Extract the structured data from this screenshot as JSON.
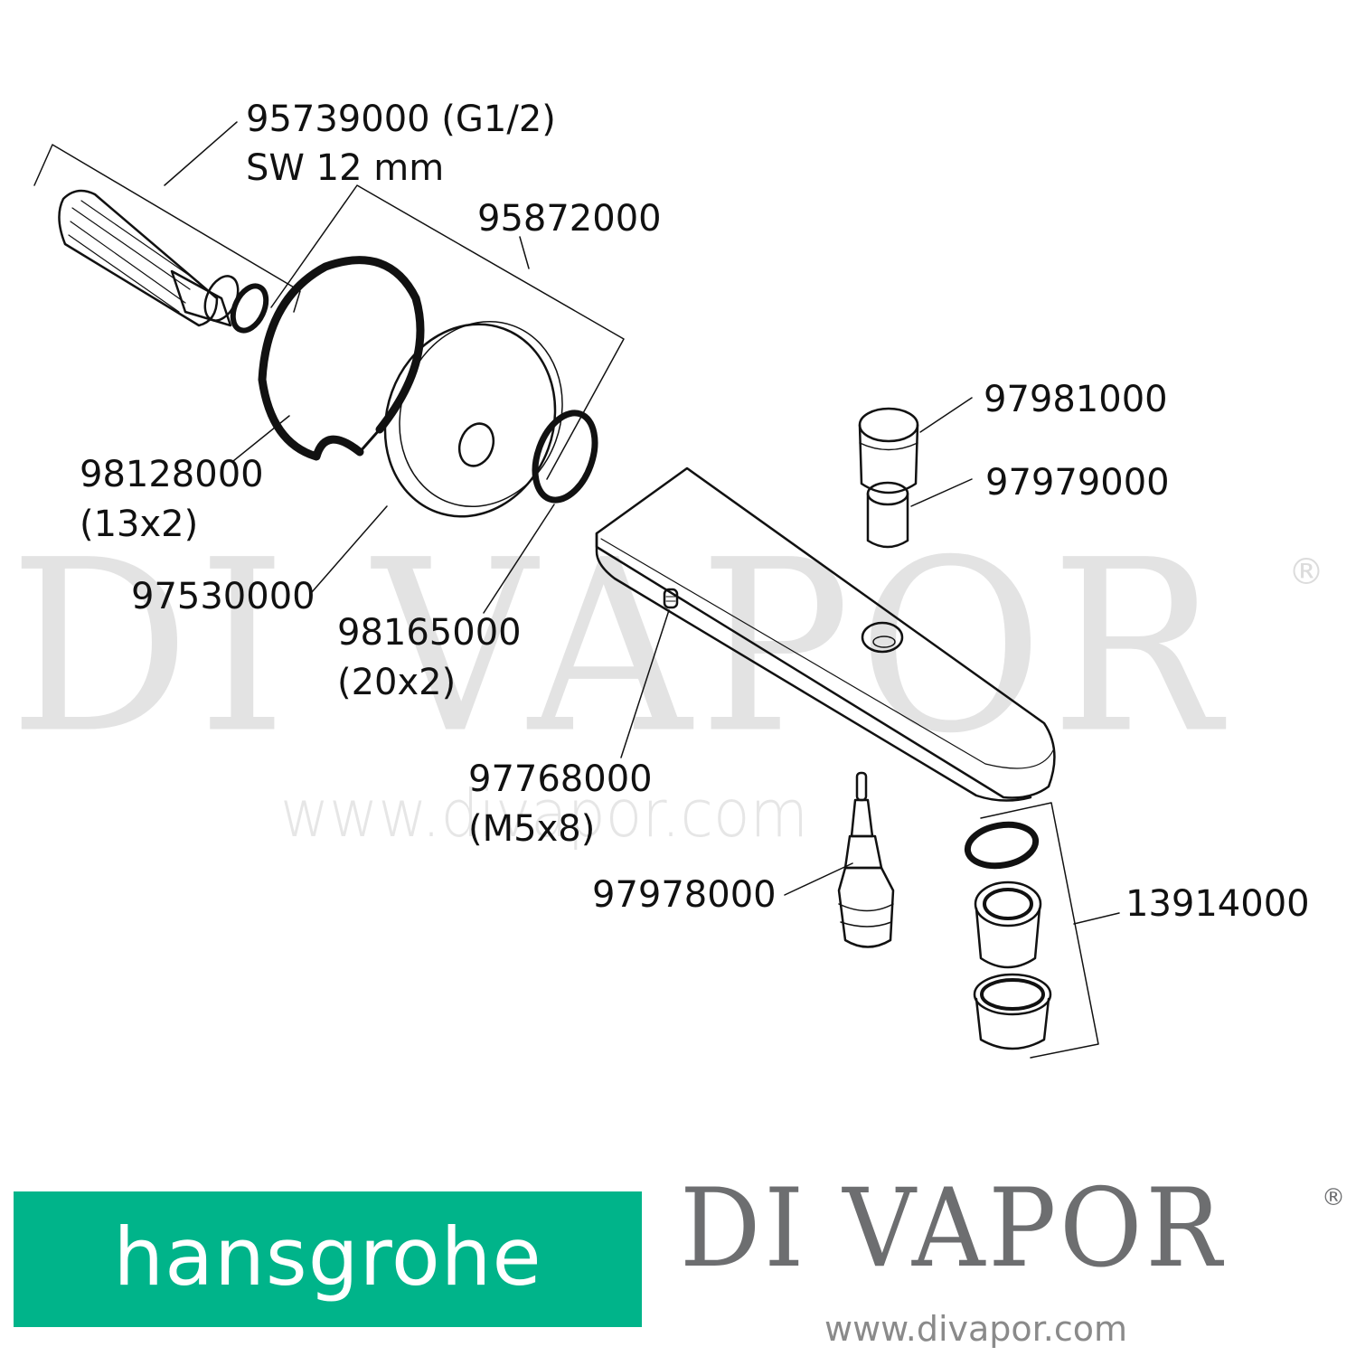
{
  "diagram": {
    "title": "Hansgrohe spout spare parts exploded view",
    "parts": [
      {
        "id": "95739000",
        "label_line1": "95739000 (G1/2)",
        "label_line2": "SW 12 mm",
        "desc": "threaded connector"
      },
      {
        "id": "95872000",
        "label_line1": "95872000",
        "desc": "rosette set"
      },
      {
        "id": "98128000",
        "label_line1": "98128000",
        "label_line2": "(13x2)",
        "desc": "o-ring"
      },
      {
        "id": "97530000",
        "label_line1": "97530000",
        "desc": "wall rosette"
      },
      {
        "id": "98165000",
        "label_line1": "98165000",
        "label_line2": "(20x2)",
        "desc": "o-ring"
      },
      {
        "id": "97981000",
        "label_line1": "97981000",
        "desc": "cap"
      },
      {
        "id": "97979000",
        "label_line1": "97979000",
        "desc": "sleeve"
      },
      {
        "id": "97768000",
        "label_line1": "97768000",
        "label_line2": "(M5x8)",
        "desc": "grub screw"
      },
      {
        "id": "97978000",
        "label_line1": "97978000",
        "desc": "diverter cartridge"
      },
      {
        "id": "13914000",
        "label_line1": "13914000",
        "desc": "aerator set"
      }
    ]
  },
  "watermark": {
    "text": "DI VAPOR",
    "registered": "®",
    "url": "www.divapor.com"
  },
  "footer": {
    "brand_logo": "hansgrohe",
    "brand_color": "#00b48a",
    "dealer_logo": "DI VAPOR",
    "dealer_registered": "®",
    "dealer_url": "www.divapor.com",
    "dealer_color": "#6d6e70"
  }
}
